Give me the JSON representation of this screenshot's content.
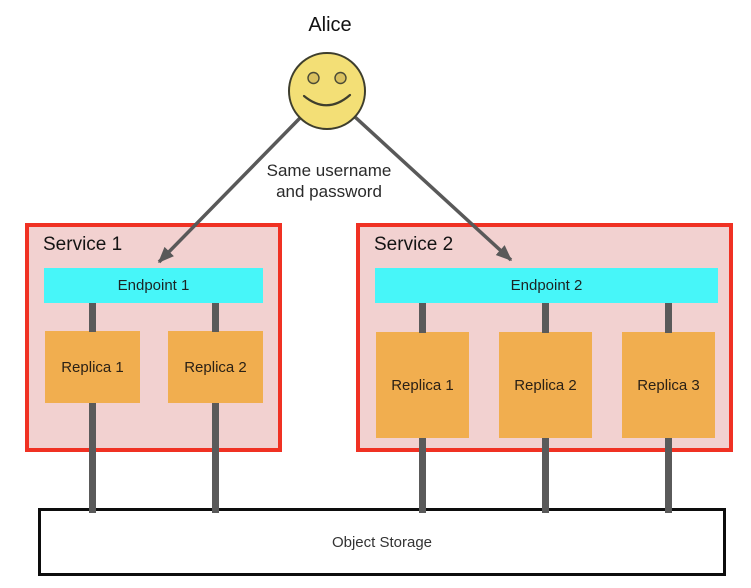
{
  "user": {
    "name": "Alice"
  },
  "annotation": {
    "line1": "Same username",
    "line2": "and password"
  },
  "services": [
    {
      "name": "Service 1",
      "endpoint": "Endpoint 1",
      "replicas": [
        "Replica 1",
        "Replica 2"
      ]
    },
    {
      "name": "Service 2",
      "endpoint": "Endpoint 2",
      "replicas": [
        "Replica 1",
        "Replica 2",
        "Replica 3"
      ]
    }
  ],
  "storage": {
    "label": "Object Storage"
  },
  "icons": {
    "user": "smiley-face-icon",
    "arrow": "arrow-down-icon"
  },
  "colors": {
    "service_fill": "#F2D1D0",
    "service_border": "#F03123",
    "endpoint_fill": "#47F6F9",
    "replica_fill": "#F1AE4F",
    "connector": "#5A5A5A",
    "arrow": "#595959",
    "face_fill": "#F3DF76",
    "face_stroke": "#3E3E2D",
    "eye_fill": "#D9C05F",
    "storage_border": "#0D0D0D"
  }
}
